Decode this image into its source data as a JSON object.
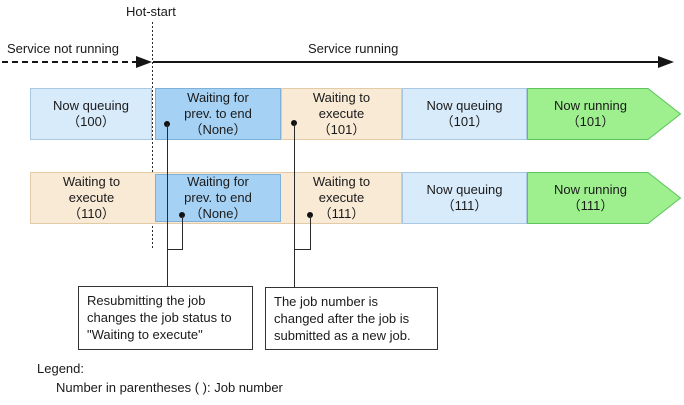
{
  "timeline": {
    "hot_start": "Hot-start",
    "service_not_running": "Service not running",
    "service_running": "Service running"
  },
  "rows": [
    {
      "name": "job-100-row",
      "boxes": [
        {
          "label": "Now queuing\n（100）",
          "style": "light-blue"
        },
        {
          "label": "Waiting for\nprev. to end\n（None）",
          "style": "medium-blue"
        },
        {
          "label": "Waiting to\nexecute\n（101）",
          "style": "tan"
        },
        {
          "label": "Now queuing\n（101）",
          "style": "light-blue"
        },
        {
          "label": "Now running\n（101）",
          "style": "green-arrow"
        }
      ]
    },
    {
      "name": "job-110-row",
      "boxes": [
        {
          "label": "Waiting to\nexecute\n（110）",
          "style": "tan"
        },
        {
          "label": "Waiting for\nprev. to end\n（None）",
          "style": "medium-blue"
        },
        {
          "label": "Waiting to\nexecute\n（111）",
          "style": "tan"
        },
        {
          "label": "Now queuing\n（111）",
          "style": "light-blue"
        },
        {
          "label": "Now running\n（111）",
          "style": "green-arrow"
        }
      ]
    }
  ],
  "callouts": [
    {
      "text": "Resubmitting the job\nchanges the job status to\n\"Waiting to execute\""
    },
    {
      "text": "The job number is\nchanged after the job is\nsubmitted as a new job."
    }
  ],
  "legend": {
    "title": "Legend:",
    "item": "Number in parentheses ( ): Job number"
  },
  "colors": {
    "light_blue_fill": "#d8ebfa",
    "light_blue_border": "#a9c8e2",
    "medium_blue_fill": "#a5d2f4",
    "medium_blue_border": "#7fb0d8",
    "tan_fill": "#f9ead6",
    "tan_border": "#e3cba8",
    "green_fill": "#9ef08f",
    "green_border": "#5ac35a",
    "line": "#151515"
  }
}
